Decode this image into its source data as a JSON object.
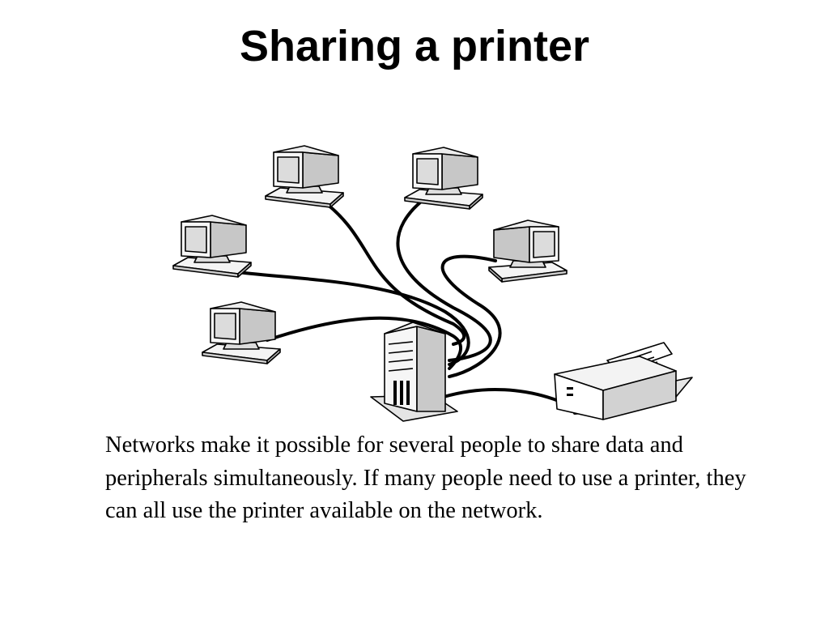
{
  "slide": {
    "title": "Sharing a printer",
    "body": "Networks make it possible for several people to share data and peripherals simultaneously. If many people need to use a printer, they can all use the printer available on the network."
  },
  "diagram": {
    "nodes": [
      {
        "id": "pc-top-left",
        "type": "desktop-computer"
      },
      {
        "id": "pc-top-middle",
        "type": "desktop-computer"
      },
      {
        "id": "pc-left-upper",
        "type": "desktop-computer"
      },
      {
        "id": "pc-left-lower",
        "type": "desktop-computer"
      },
      {
        "id": "pc-right",
        "type": "desktop-computer"
      },
      {
        "id": "server",
        "type": "tower-server"
      },
      {
        "id": "printer",
        "type": "network-printer"
      }
    ],
    "connections": [
      [
        "pc-top-left",
        "server"
      ],
      [
        "pc-top-middle",
        "server"
      ],
      [
        "pc-left-upper",
        "server"
      ],
      [
        "pc-left-lower",
        "server"
      ],
      [
        "pc-right",
        "server"
      ],
      [
        "server",
        "printer"
      ]
    ]
  }
}
